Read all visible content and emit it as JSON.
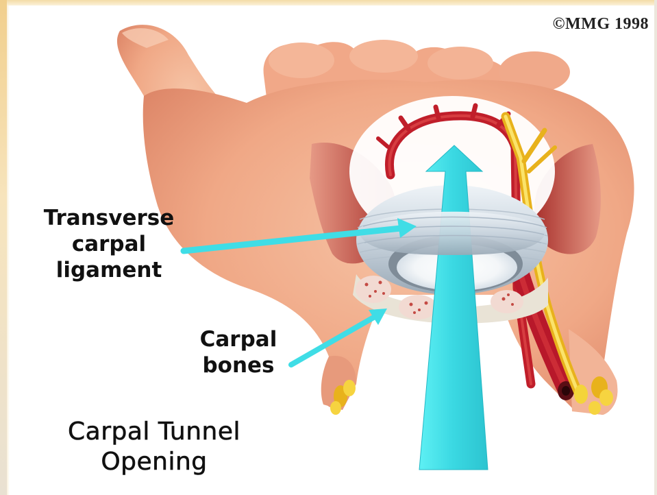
{
  "copyright": "©MMG 1998",
  "labels": {
    "transverse_carpal_ligament": [
      "Transverse",
      "carpal",
      "ligament"
    ],
    "carpal_bones": [
      "Carpal",
      "bones"
    ],
    "title": [
      "Carpal Tunnel",
      "Opening"
    ]
  },
  "colors": {
    "skin": "#f0a684",
    "muscle": "#b8433b",
    "artery": "#c41e2a",
    "nerve": "#f2c21a",
    "ligament": "#d9e2ea",
    "arrow": "#3fe0e8"
  }
}
